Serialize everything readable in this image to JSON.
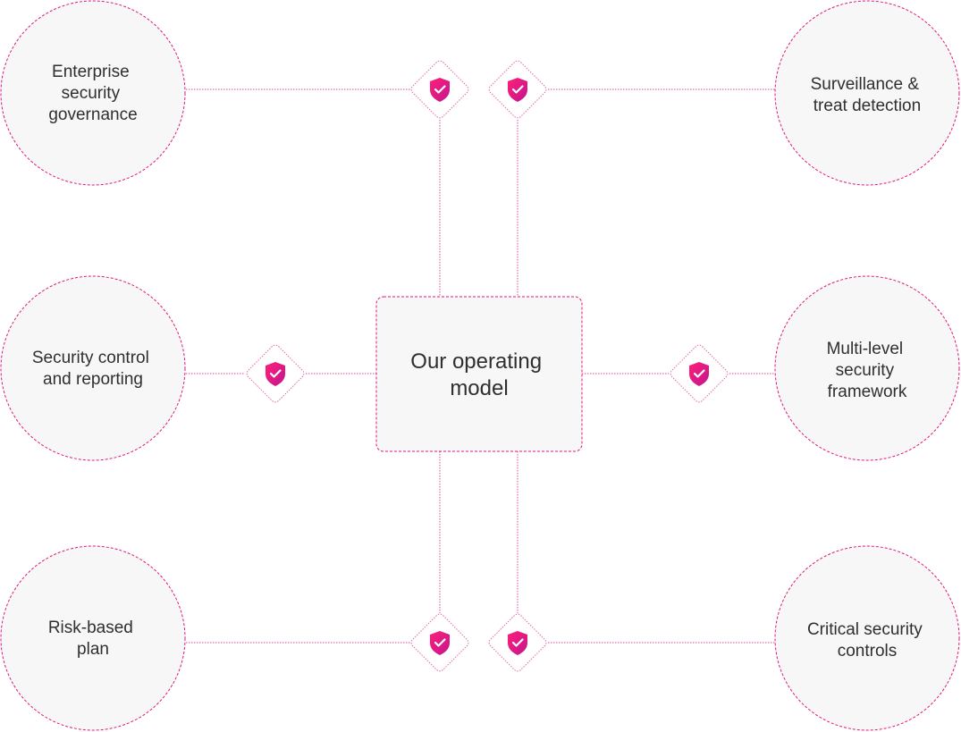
{
  "center": {
    "label_lines": [
      "Our operating",
      "model"
    ]
  },
  "nodes": [
    {
      "id": "top-left",
      "label_lines": [
        "Enterprise",
        "security",
        "governance"
      ]
    },
    {
      "id": "top-right",
      "label_lines": [
        "Surveillance &",
        "treat detection"
      ]
    },
    {
      "id": "mid-left",
      "label_lines": [
        "Security control",
        "and reporting"
      ]
    },
    {
      "id": "mid-right",
      "label_lines": [
        "Multi-level",
        "security",
        "framework"
      ]
    },
    {
      "id": "bottom-left",
      "label_lines": [
        "Risk-based",
        "plan"
      ]
    },
    {
      "id": "bottom-right",
      "label_lines": [
        "Critical security",
        "controls"
      ]
    }
  ],
  "icons": {
    "badge": "shield-check-icon"
  },
  "colors": {
    "accent": "#e0197a",
    "accent_dashed": "#e23f93",
    "node_fill": "#f7f7f7",
    "text": "#2f2f2f"
  }
}
